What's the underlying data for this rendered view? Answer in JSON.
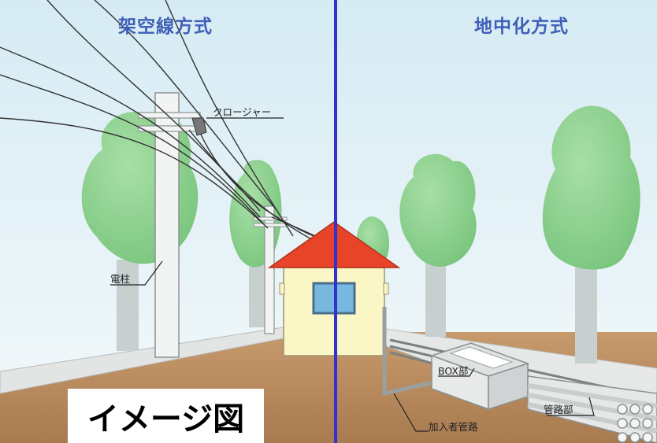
{
  "panels": {
    "left_title": "架空線方式",
    "right_title": "地中化方式"
  },
  "labels": {
    "closure": "クロージャー",
    "utility_pole": "電柱",
    "box_section": "BOX部",
    "conduit_section": "管路部",
    "service_conduit": "加入者管路"
  },
  "caption": "イメージ図",
  "colors": {
    "divider": "#3333cc",
    "title_text": "#3f5fb8",
    "roof": "#e8442a",
    "house_wall": "#fbf6c6",
    "ground": "#b98a5e",
    "sky": "#e9f4f8",
    "tree": "#8cd08e"
  }
}
